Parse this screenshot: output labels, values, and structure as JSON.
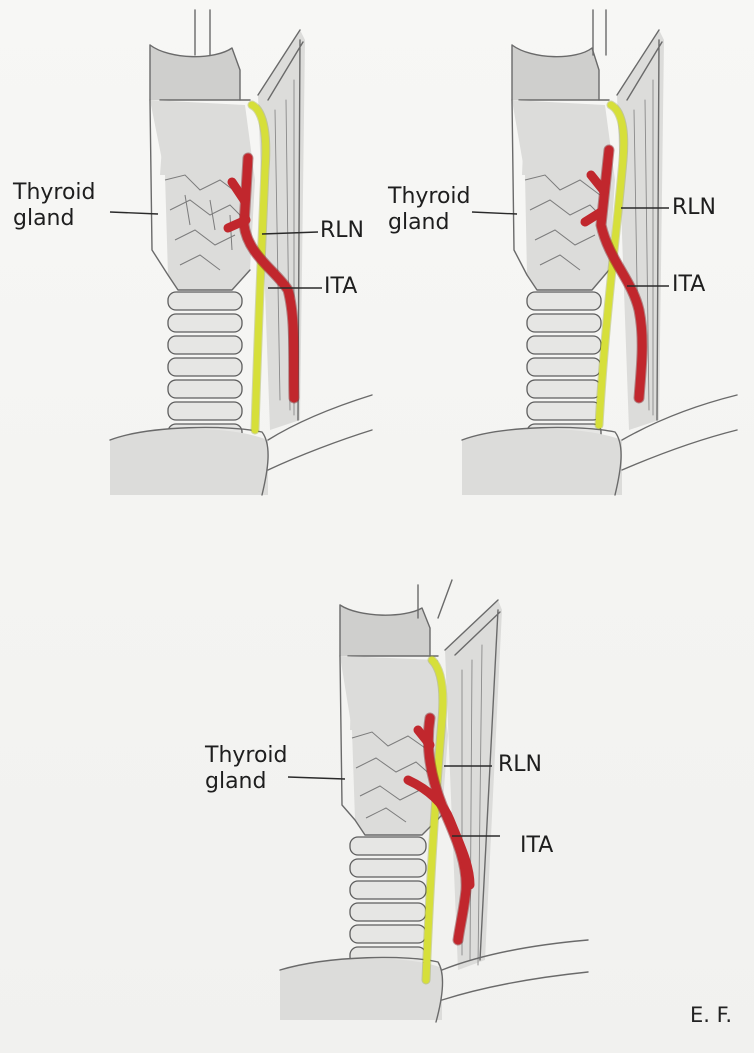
{
  "panels": [
    {
      "thyroid_label": "Thyroid\ngland",
      "rln_label": "RLN",
      "ita_label": "ITA"
    },
    {
      "thyroid_label": "Thyroid\ngland",
      "rln_label": "RLN",
      "ita_label": "ITA"
    },
    {
      "thyroid_label": "Thyroid\ngland",
      "rln_label": "RLN",
      "ita_label": "ITA"
    }
  ],
  "signature": "E. F.",
  "colors": {
    "nerve": "#d6df3a",
    "artery": "#c1272d",
    "paper": "#f4f4f2",
    "pencil": "#6a6a6a"
  }
}
